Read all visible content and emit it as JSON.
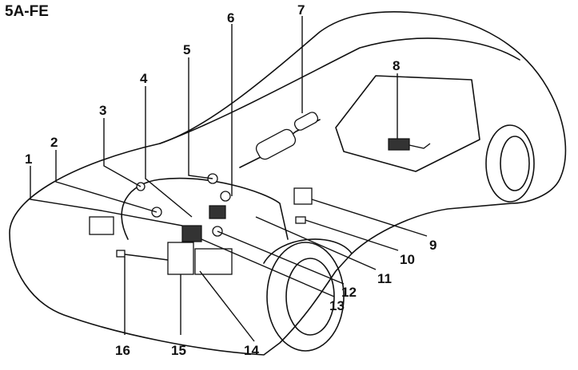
{
  "title": "5A-FE",
  "callouts": [
    {
      "id": "1",
      "label": "1"
    },
    {
      "id": "2",
      "label": "2"
    },
    {
      "id": "3",
      "label": "3"
    },
    {
      "id": "4",
      "label": "4"
    },
    {
      "id": "5",
      "label": "5"
    },
    {
      "id": "6",
      "label": "6"
    },
    {
      "id": "7",
      "label": "7"
    },
    {
      "id": "8",
      "label": "8"
    },
    {
      "id": "9",
      "label": "9"
    },
    {
      "id": "10",
      "label": "10"
    },
    {
      "id": "11",
      "label": "11"
    },
    {
      "id": "12",
      "label": "12"
    },
    {
      "id": "13",
      "label": "13"
    },
    {
      "id": "14",
      "label": "14"
    },
    {
      "id": "15",
      "label": "15"
    },
    {
      "id": "16",
      "label": "16"
    }
  ]
}
